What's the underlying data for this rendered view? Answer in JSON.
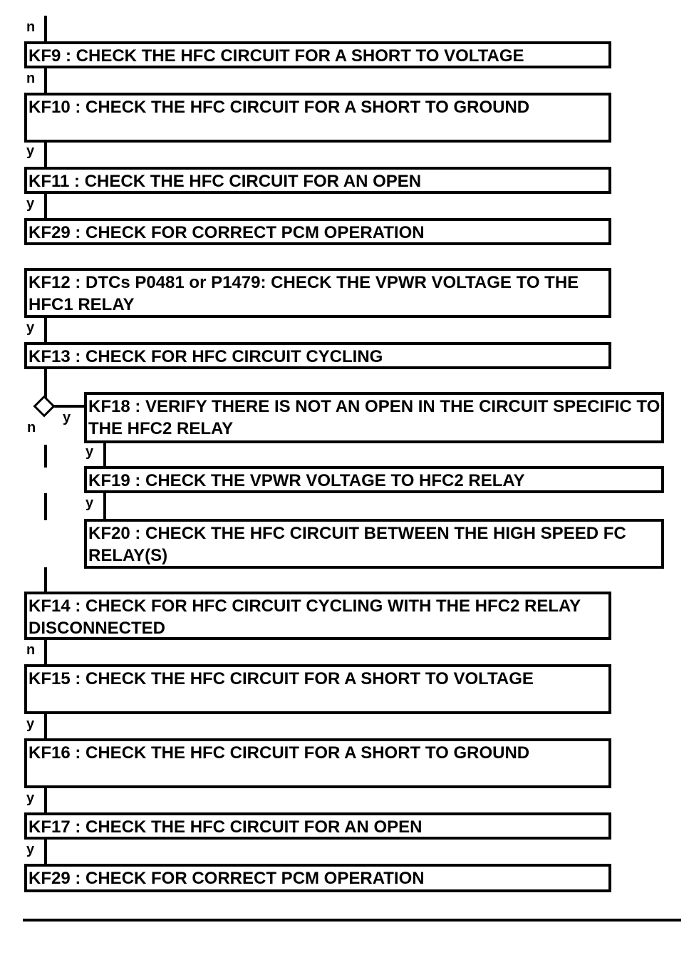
{
  "steps": {
    "kf9": "KF9 : CHECK THE HFC CIRCUIT FOR A SHORT TO VOLTAGE",
    "kf10": "KF10 : CHECK THE HFC CIRCUIT FOR A SHORT TO GROUND",
    "kf11": "KF11 : CHECK THE HFC CIRCUIT FOR AN OPEN",
    "kf29a": "KF29 : CHECK FOR CORRECT PCM OPERATION",
    "kf12": "KF12 : DTCs P0481 or P1479: CHECK THE VPWR VOLTAGE TO THE HFC1 RELAY",
    "kf13": "KF13 : CHECK FOR HFC CIRCUIT CYCLING",
    "kf18": "KF18 : VERIFY THERE IS NOT AN OPEN IN THE CIRCUIT SPECIFIC TO THE HFC2 RELAY",
    "kf19": "KF19 : CHECK THE VPWR VOLTAGE TO HFC2 RELAY",
    "kf20": "KF20 : CHECK THE HFC CIRCUIT BETWEEN THE HIGH SPEED FC RELAY(S)",
    "kf14": "KF14 : CHECK FOR HFC CIRCUIT CYCLING WITH THE HFC2 RELAY DISCONNECTED",
    "kf15": "KF15 : CHECK THE HFC CIRCUIT FOR A SHORT TO VOLTAGE",
    "kf16": "KF16 : CHECK THE HFC CIRCUIT FOR A SHORT TO GROUND",
    "kf17": "KF17 : CHECK THE HFC CIRCUIT FOR AN OPEN",
    "kf29b": "KF29 : CHECK FOR CORRECT PCM OPERATION"
  },
  "labels": {
    "n": "n",
    "y": "y"
  }
}
